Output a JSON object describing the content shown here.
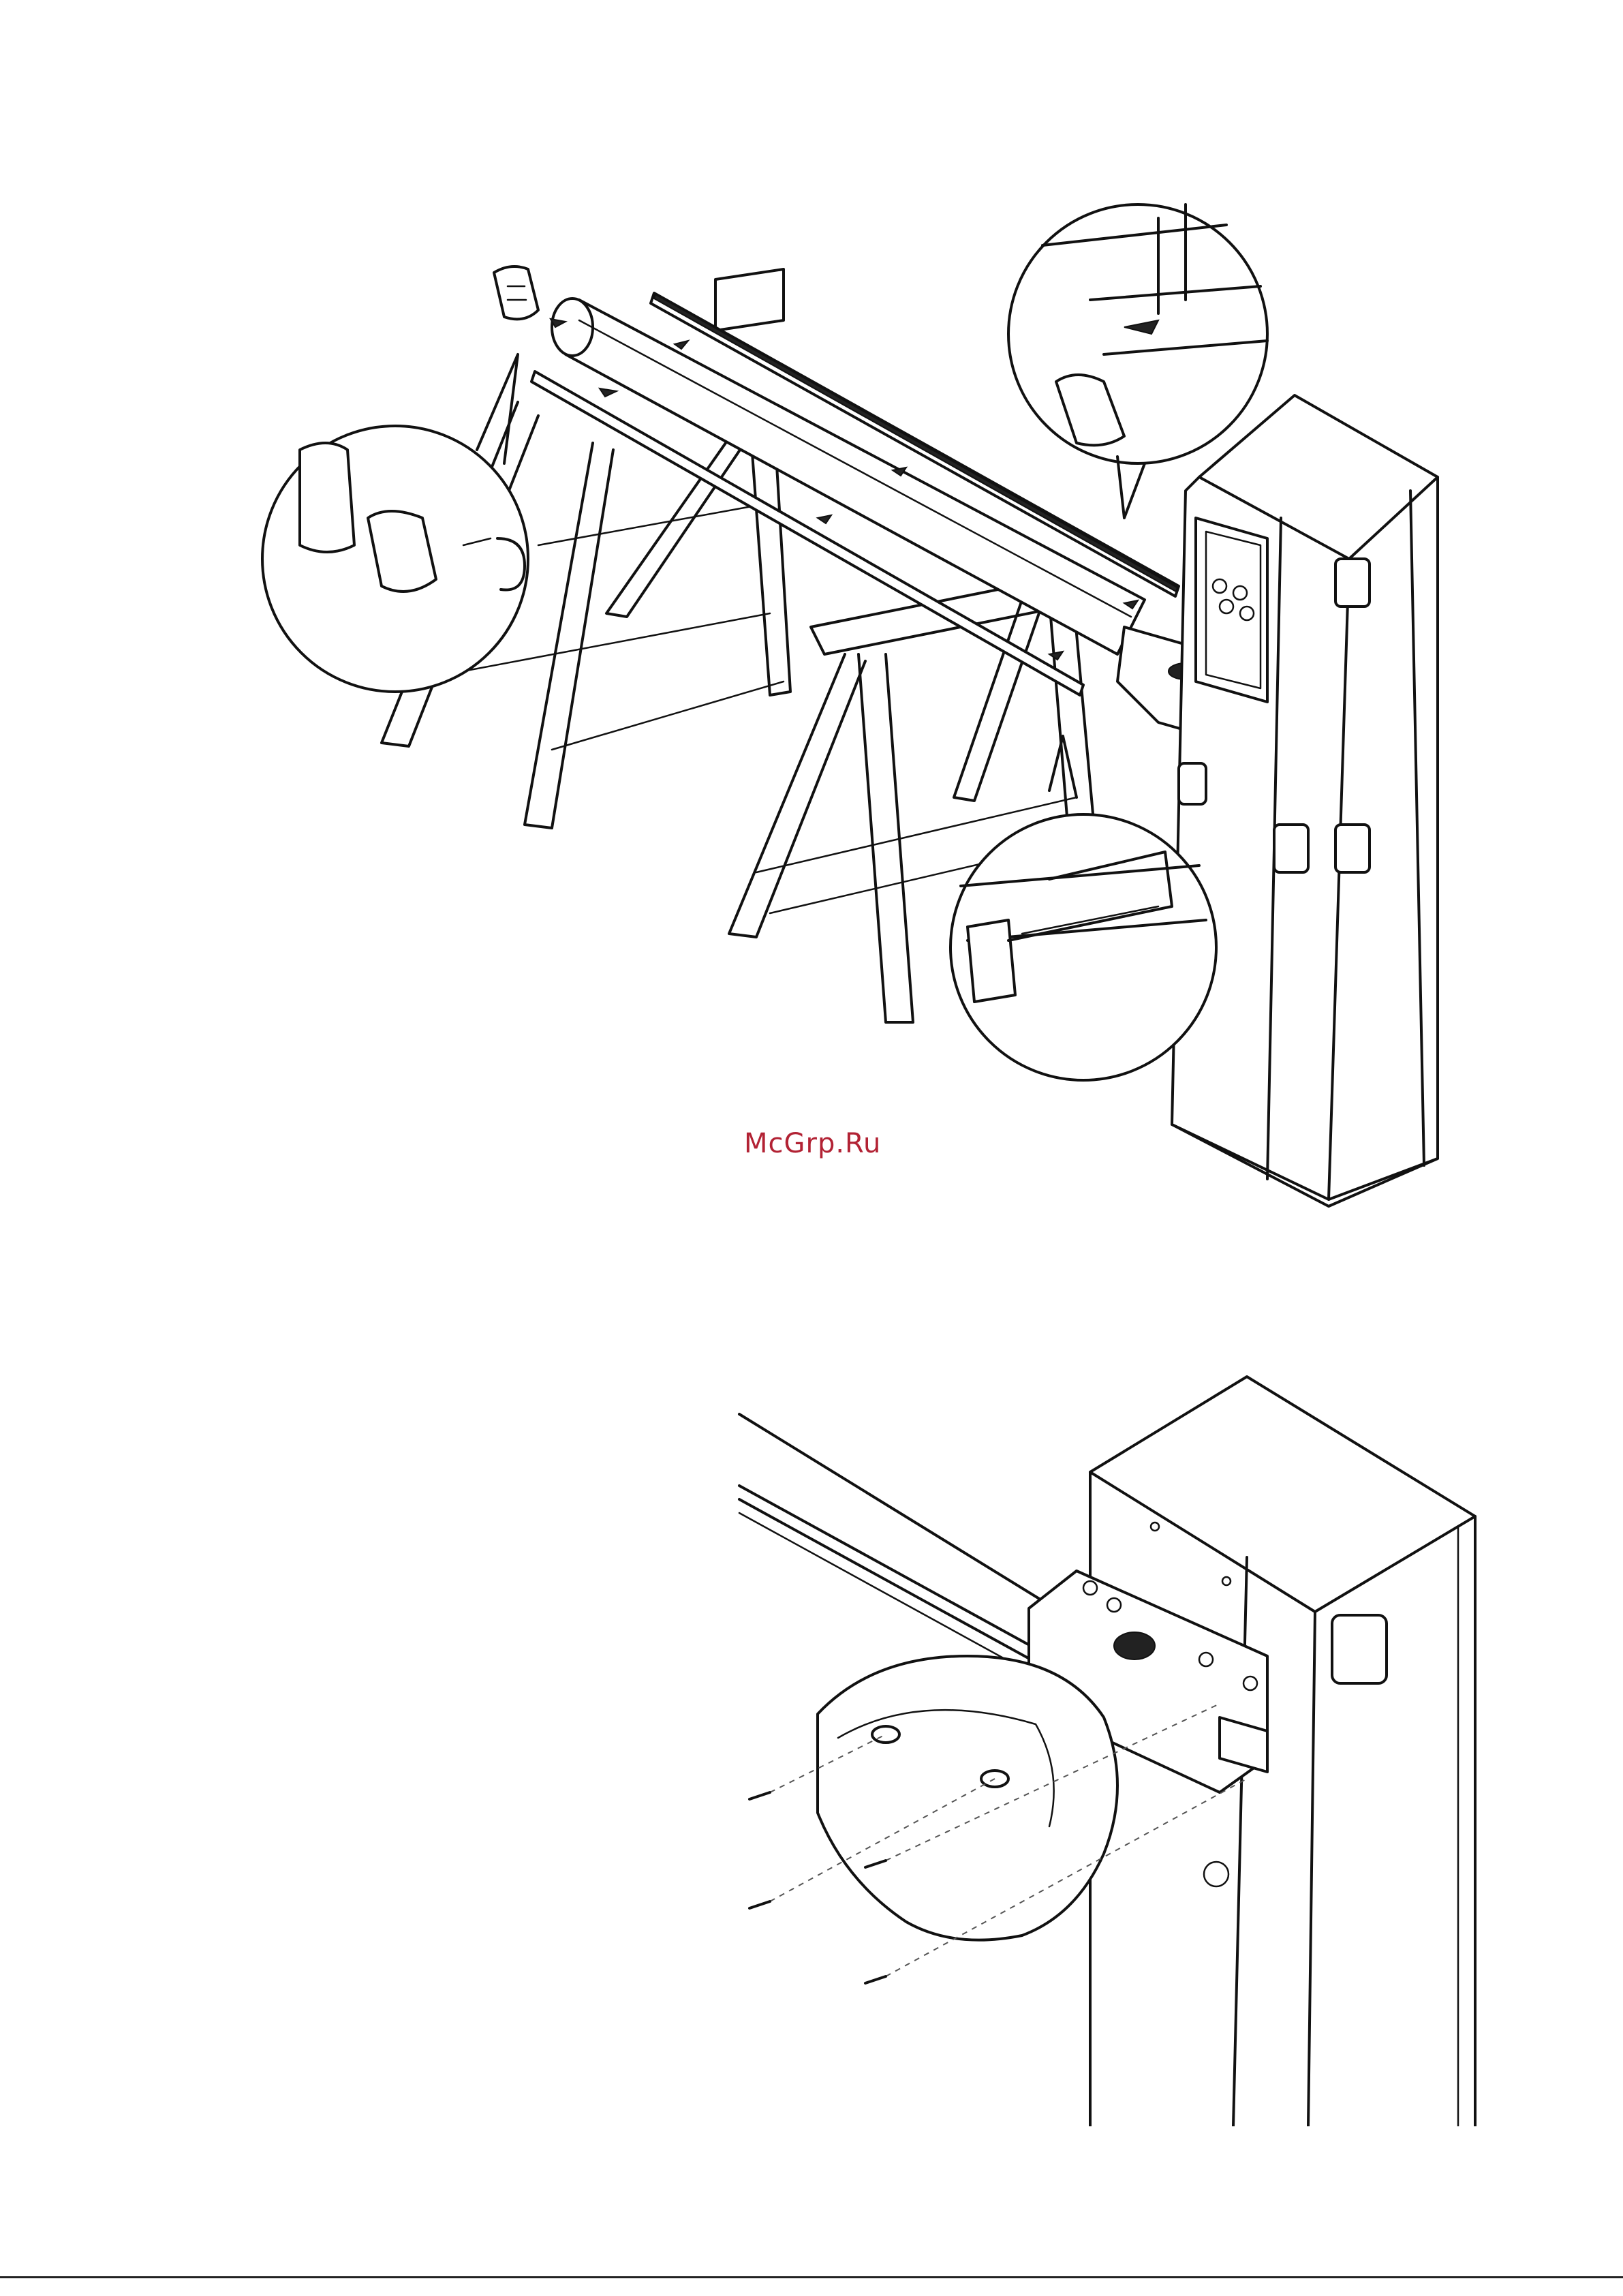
{
  "watermark": {
    "text": "McGrp.Ru",
    "color": "#b22234"
  },
  "figures": [
    {
      "id": "fig-top",
      "content": "boom-assembly-on-sawhorses"
    },
    {
      "id": "fig-bottom",
      "content": "cover-attachment-to-cabinet"
    }
  ],
  "icons": [
    "cam-icon",
    "hacksaw-icon",
    "hand-icon",
    "screw-icon",
    "arrow-icon"
  ]
}
